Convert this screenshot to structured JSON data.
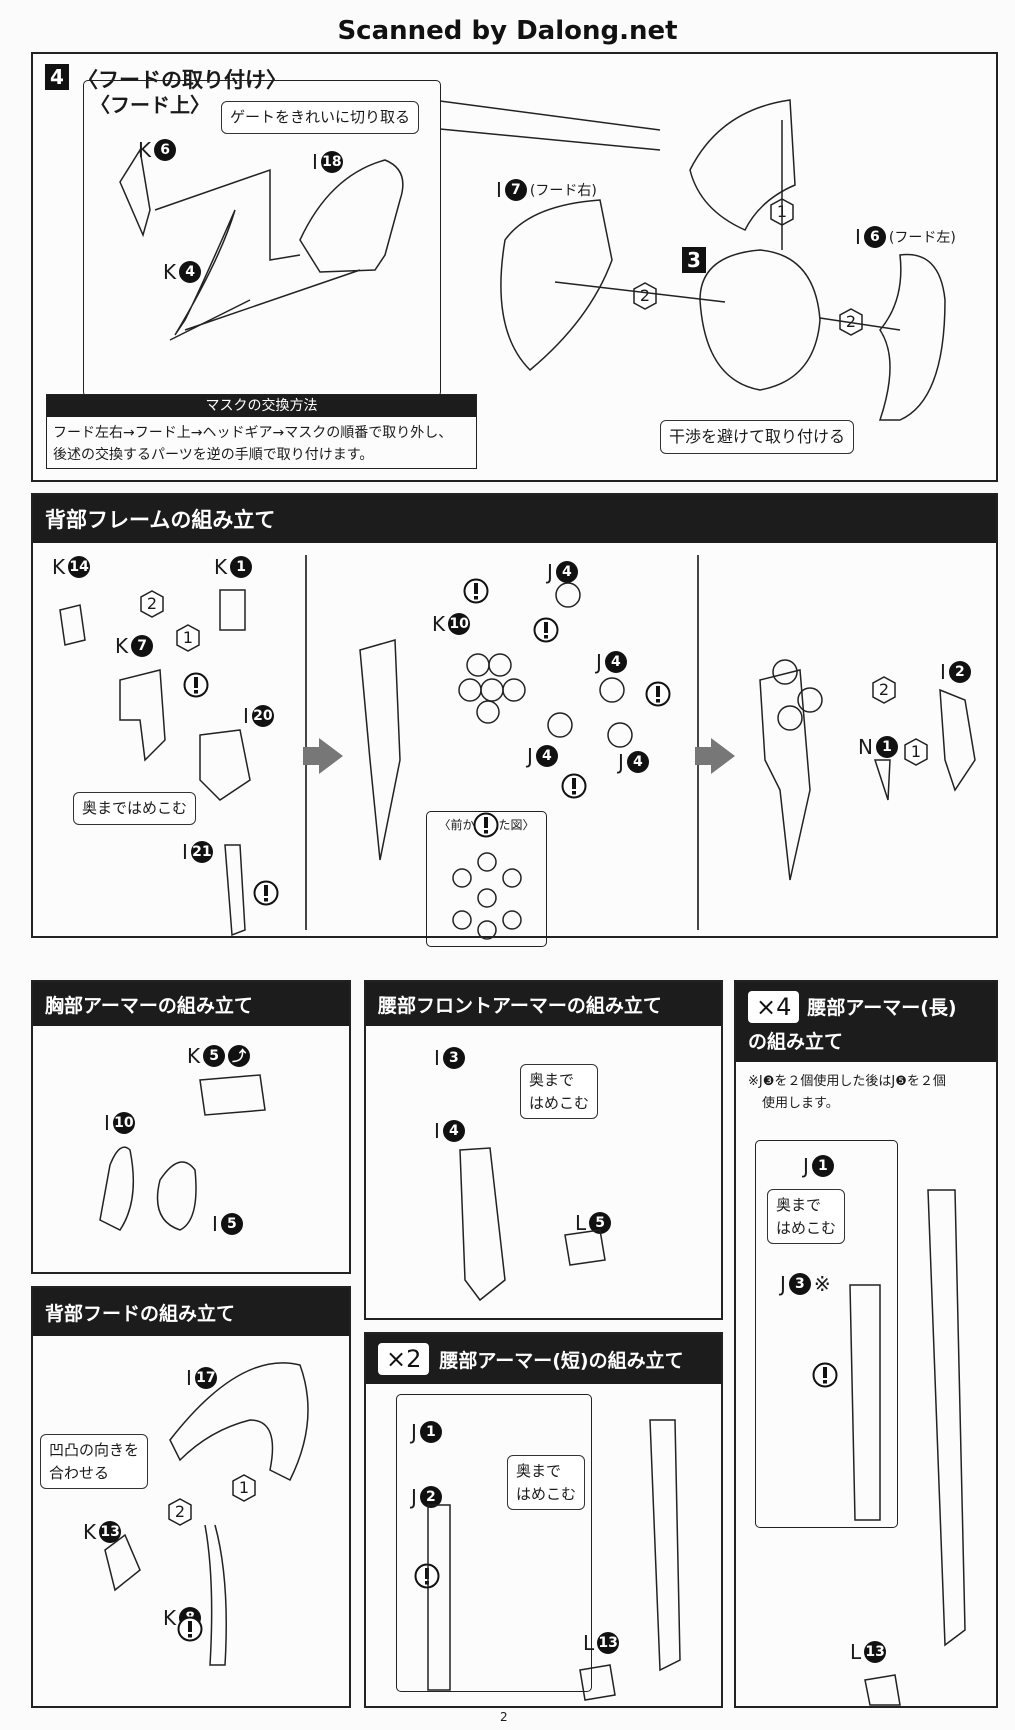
{
  "watermark": "Scanned by Dalong.net",
  "page_number": "2",
  "step4": {
    "number": "4",
    "title": "〈フードの取り付け〉",
    "inner_title": "〈フード上〉",
    "gate_note": "ゲートをきれいに切り取る",
    "step_square": "3",
    "hex_steps": [
      "1",
      "2",
      "2"
    ],
    "interference_note": "干渉を避けて取り付ける",
    "parts": [
      {
        "letter": "K",
        "num": "6",
        "note": ""
      },
      {
        "letter": "K",
        "num": "4",
        "note": ""
      },
      {
        "letter": "I",
        "num": "18",
        "note": ""
      },
      {
        "letter": "I",
        "num": "7",
        "note": "(フード右)"
      },
      {
        "letter": "I",
        "num": "6",
        "note": "(フード左)"
      }
    ],
    "mask": {
      "title": "マスクの交換方法",
      "lines": [
        "フード左右→フード上→ヘッドギア→マスクの順番で取り外し、",
        "後述の交換するパーツを逆の手順で取り付けます。"
      ]
    }
  },
  "back_frame": {
    "title": "背部フレームの組み立て",
    "press_note": "奥まではめこむ",
    "front_view": "〈前から見た図〉",
    "hex_steps": [
      "2",
      "1",
      "2",
      "1"
    ],
    "parts": [
      {
        "letter": "K",
        "num": "14"
      },
      {
        "letter": "K",
        "num": "1"
      },
      {
        "letter": "K",
        "num": "7"
      },
      {
        "letter": "I",
        "num": "20"
      },
      {
        "letter": "I",
        "num": "21"
      },
      {
        "letter": "K",
        "num": "10"
      },
      {
        "letter": "J",
        "num": "4"
      },
      {
        "letter": "J",
        "num": "4"
      },
      {
        "letter": "J",
        "num": "4"
      },
      {
        "letter": "J",
        "num": "4"
      },
      {
        "letter": "I",
        "num": "2"
      },
      {
        "letter": "N",
        "num": "1"
      }
    ]
  },
  "chest_armor": {
    "title": "胸部アーマーの組み立て",
    "parts": [
      {
        "letter": "K",
        "num": "5"
      },
      {
        "letter": "I",
        "num": "10"
      },
      {
        "letter": "I",
        "num": "5"
      }
    ]
  },
  "back_hood": {
    "title": "背部フードの組み立て",
    "align_note": [
      "凹凸の向きを",
      "合わせる"
    ],
    "hex_steps": [
      "1",
      "2"
    ],
    "parts": [
      {
        "letter": "I",
        "num": "17"
      },
      {
        "letter": "K",
        "num": "13"
      },
      {
        "letter": "K",
        "num": "8"
      }
    ]
  },
  "waist_front": {
    "title": "腰部フロントアーマーの組み立て",
    "press_note": [
      "奥まで",
      "はめこむ"
    ],
    "parts": [
      {
        "letter": "I",
        "num": "3"
      },
      {
        "letter": "I",
        "num": "4"
      },
      {
        "letter": "L",
        "num": "5"
      }
    ]
  },
  "waist_short": {
    "multiplier": "×2",
    "title": "腰部アーマー(短)の組み立て",
    "press_note": [
      "奥まで",
      "はめこむ"
    ],
    "parts": [
      {
        "letter": "J",
        "num": "1"
      },
      {
        "letter": "J",
        "num": "2"
      },
      {
        "letter": "L",
        "num": "13"
      }
    ]
  },
  "waist_long": {
    "multiplier": "×4",
    "title_line1": "腰部アーマー(長)",
    "title_line2": "の組み立て",
    "note_line1": "※J❸を２個使用した後はJ❺を２個",
    "note_line2": "使用します。",
    "press_note": [
      "奥まで",
      "はめこむ"
    ],
    "parts": [
      {
        "letter": "J",
        "num": "1"
      },
      {
        "letter": "J",
        "num": "3",
        "note": "※"
      },
      {
        "letter": "L",
        "num": "13"
      }
    ]
  }
}
